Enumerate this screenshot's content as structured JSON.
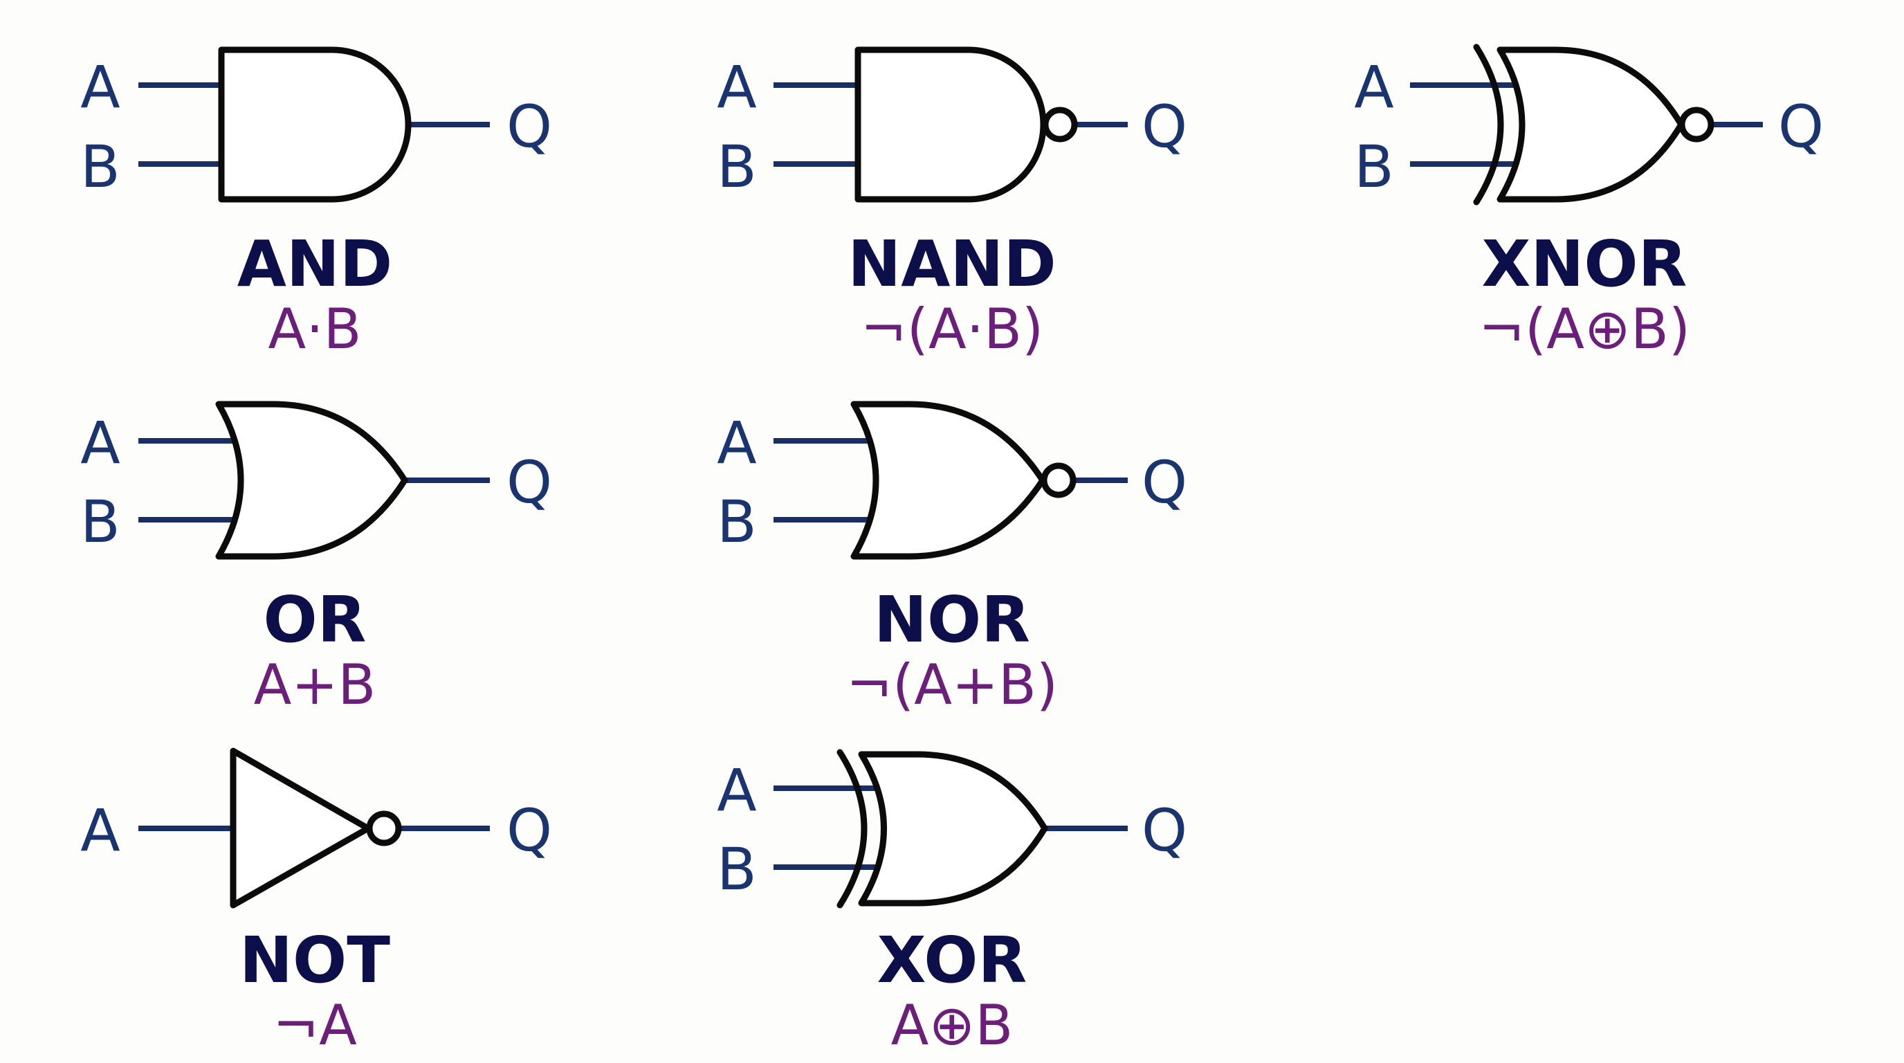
{
  "colors": {
    "background": "#fdfdfc",
    "gate_outline": "#0b0b0b",
    "wire": "#1a2e66",
    "pin_label": "#1a3470",
    "gate_name": "#0d0f4a",
    "expression": "#6b1f7a"
  },
  "gates": [
    {
      "id": "and",
      "name": "AND",
      "expression": "A·B",
      "inputs": [
        "A",
        "B"
      ],
      "output": "Q"
    },
    {
      "id": "nand",
      "name": "NAND",
      "expression": "¬(A·B)",
      "inputs": [
        "A",
        "B"
      ],
      "output": "Q"
    },
    {
      "id": "xnor",
      "name": "XNOR",
      "expression": "¬(A⊕B)",
      "inputs": [
        "A",
        "B"
      ],
      "output": "Q"
    },
    {
      "id": "or",
      "name": "OR",
      "expression": "A+B",
      "inputs": [
        "A",
        "B"
      ],
      "output": "Q"
    },
    {
      "id": "nor",
      "name": "NOR",
      "expression": "¬(A+B)",
      "inputs": [
        "A",
        "B"
      ],
      "output": "Q"
    },
    {
      "id": "not",
      "name": "NOT",
      "expression": "¬A",
      "inputs": [
        "A"
      ],
      "output": "Q"
    },
    {
      "id": "xor",
      "name": "XOR",
      "expression": "A⊕B",
      "inputs": [
        "A",
        "B"
      ],
      "output": "Q"
    }
  ]
}
